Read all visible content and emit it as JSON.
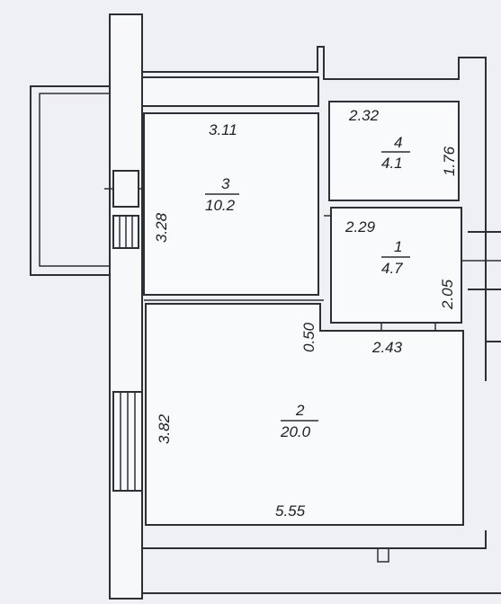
{
  "rooms": [
    {
      "id": "3",
      "number": "3",
      "area": "10.2",
      "width": "3.11",
      "height": "3.28"
    },
    {
      "id": "4",
      "number": "4",
      "area": "4.1",
      "width": "2.32",
      "height": "1.76"
    },
    {
      "id": "1",
      "number": "1",
      "area": "4.7",
      "width": "2.29",
      "height": "2.05"
    },
    {
      "id": "2",
      "number": "2",
      "area": "20.0",
      "width": "5.55",
      "height": "3.82",
      "wall_offset": "0.50",
      "upper_width": "2.43"
    }
  ]
}
